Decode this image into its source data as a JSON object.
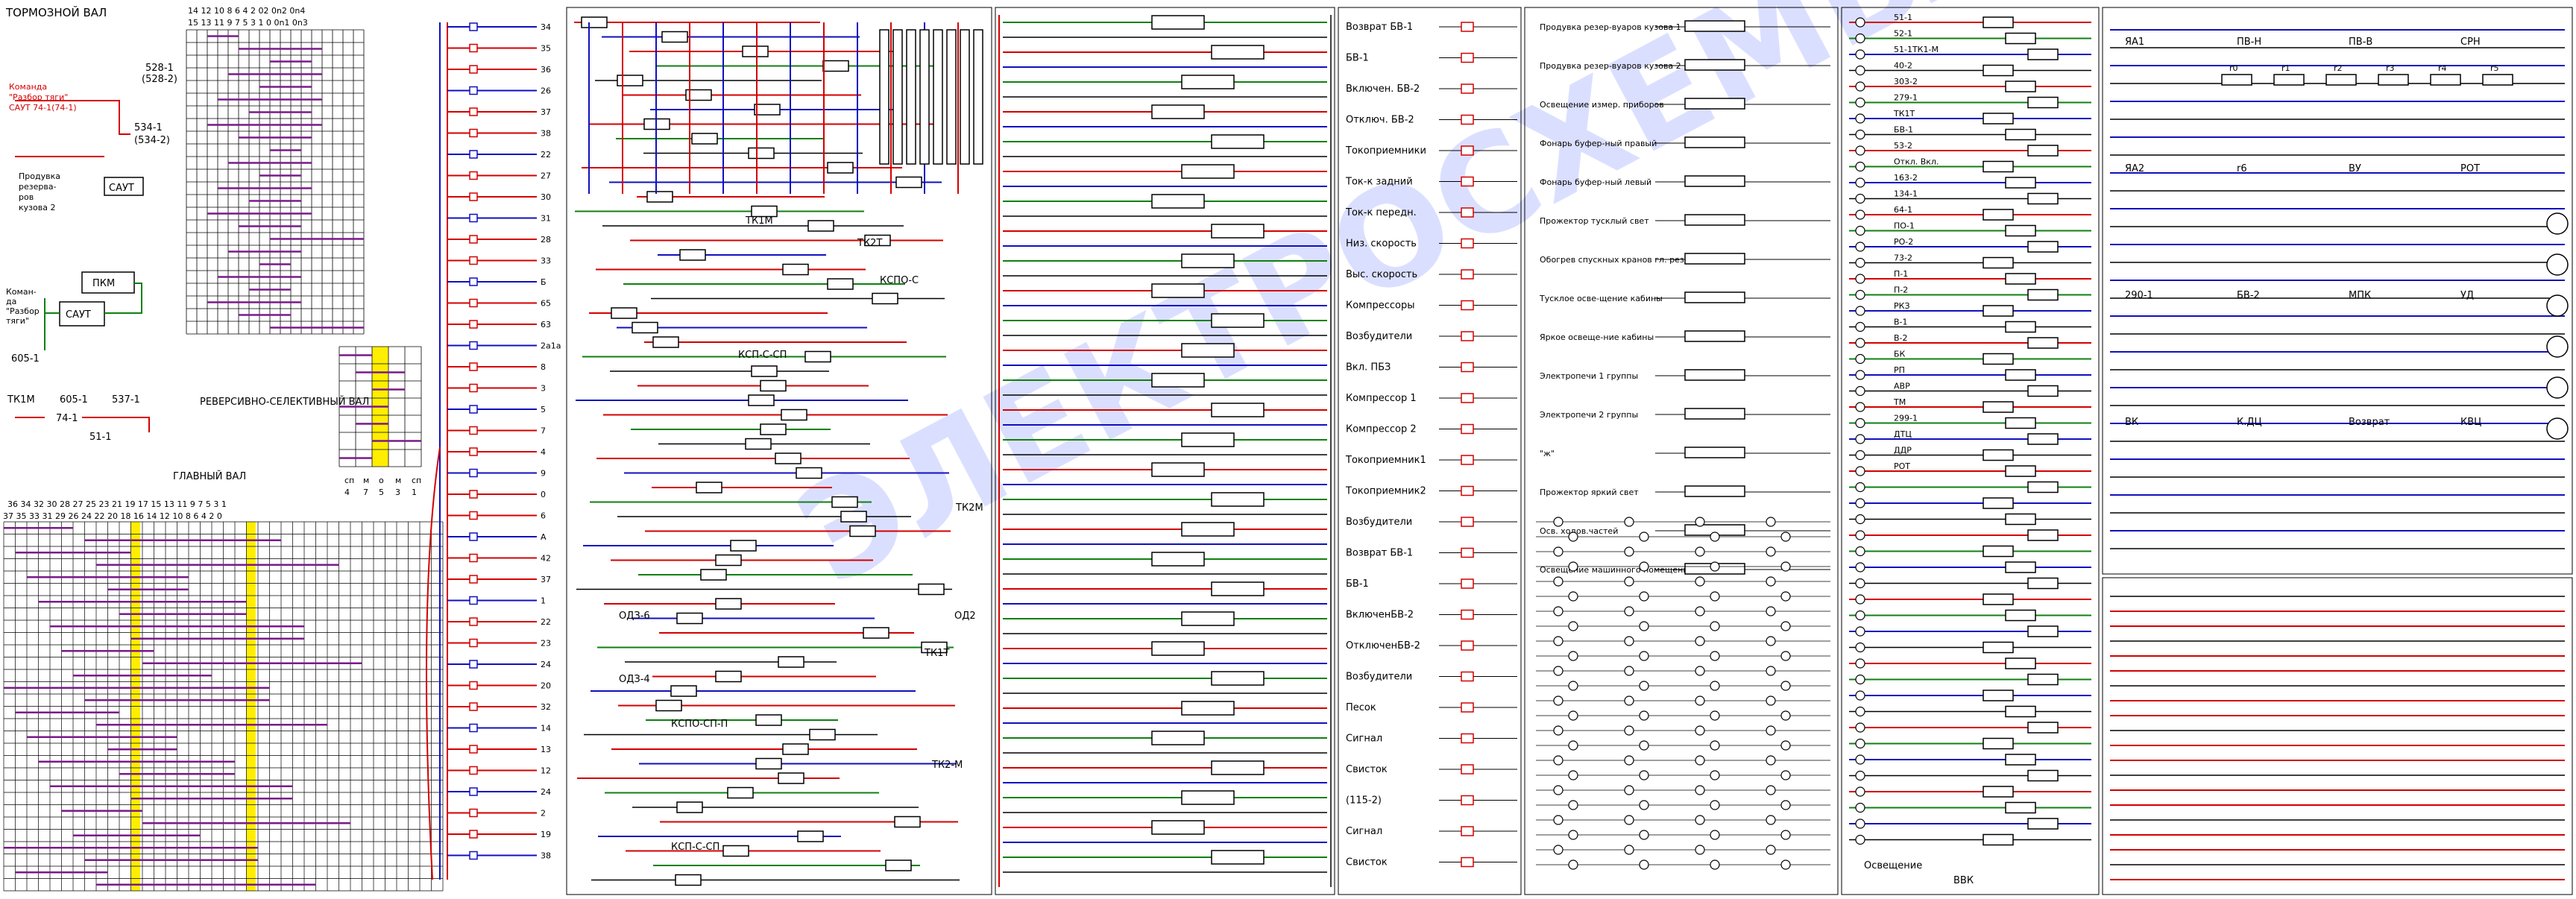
{
  "panels": {
    "brake_shaft": {
      "title": "ТОРМОЗНОЙ ВАЛ",
      "position_numbers": "15 13 11 9 7 5 3 1 0 0n1 0n3",
      "position_numbers_top": "14 12 10 8 6 4 2 02 0n2 0n4",
      "labels": [
        "528-1",
        "(528-2)",
        "534-1",
        "(534-2)",
        "605-1",
        "САУТ",
        "ПКМ"
      ],
      "command_text": [
        "Команда",
        "\"Разбор тяги\"",
        "САУТ 74-1(74-1)"
      ],
      "reservoir_text": [
        "Продувка",
        "резерва-",
        "ров",
        "кузова 2"
      ],
      "command2_text": [
        "Коман-",
        "да",
        "\"Разбор",
        "тяги\""
      ]
    },
    "reverse_shaft": {
      "title": "РЕВЕРСИВНО-СЕЛЕКТИВНЫЙ ВАЛ",
      "columns": [
        "сп",
        "м",
        "о",
        "м",
        "сп"
      ],
      "numbers": [
        "4",
        "7",
        "5",
        "3",
        "1"
      ]
    },
    "main_shaft": {
      "title": "ГЛАВНЫЙ ВАЛ",
      "top_numbers": "36 34 32 30 28 27 25 23 21 19 17 15 13 11 9 7 5 3 1",
      "bottom_numbers": "37 35 33 31 29 26 24 22 20 18 16 14 12 10 8 6 4 2 0",
      "labels": [
        "ТК1М",
        "605-1",
        "537-1",
        "74-1",
        "51-1"
      ]
    },
    "middle_left": {
      "labels": [
        "ТК1М",
        "ТК2Т",
        "КСПО-С",
        "КСП-С-СП",
        "ТК2М",
        "ОДЗ-6",
        "ОДЗ-4",
        "ОД2",
        "ТК1Т",
        "ТК2-М",
        "КСПО-СП-П",
        "КСП-С-СП"
      ]
    },
    "legend_left": {
      "items": [
        "Возврат БВ-1",
        "БВ-1",
        "Включен. БВ-2",
        "Отключ. БВ-2",
        "Токоприемники",
        "Ток-к задний",
        "Ток-к передн.",
        "Низ. скорость",
        "Выс. скорость",
        "Компрессоры",
        "Возбудители",
        "Вкл. ПБЗ",
        "Компрессор 1",
        "Компрессор 2",
        "Токоприемник1",
        "Токоприемник2",
        "Возбудители",
        "Возврат БВ-1",
        "БВ-1",
        "ВключенБВ-2",
        "ОтключенБВ-2",
        "Возбудители",
        "Песок",
        "Сигнал",
        "Свисток",
        "(115-2)",
        "Сигнал",
        "Свисток"
      ]
    },
    "legend_mid": {
      "items": [
        "Продувка резер-вуаров кузова 1",
        "Продувка резер-вуаров кузова 2",
        "Освещение измер. приборов",
        "Фонарь буфер-ный правый",
        "Фонарь буфер-ный левый",
        "Прожектор тусклый свет",
        "Обогрев спускных кранов гл. рез.",
        "Тусклое осве-щение кабины",
        "Яркое освеще-ние кабины",
        "Электропечи 1 группы",
        "Электропечи 2 группы",
        "\"ж\"",
        "Прожектор яркий свет",
        "Осв. ходов.частей",
        "Освещение машинного помещения"
      ]
    },
    "right_panel": {
      "labels": [
        "51-1",
        "52-1",
        "51-1ТК1-М",
        "40-2",
        "303-2",
        "279-1",
        "ТК1Т",
        "БВ-1",
        "53-2",
        "Откл. Вкл.",
        "163-2",
        "134-1",
        "64-1",
        "ПО-1",
        "РО-2",
        "73-2",
        "П-1",
        "П-2",
        "РКЗ",
        "В-1",
        "В-2",
        "БК",
        "РП",
        "АВР",
        "ТМ",
        "299-1",
        "ДТЦ",
        "ДДР",
        "РОТ"
      ],
      "bottom_labels": [
        "Освещение",
        "ВВК"
      ]
    },
    "far_right": {
      "labels": [
        "ЯА1",
        "ПВ-Н",
        "ПВ-В",
        "СРН",
        "ЯА2",
        "r6",
        "ВУ",
        "РОТ",
        "290-1",
        "БВ-2",
        "МПК",
        "УД",
        "ВК",
        "К.ДЦ",
        "Возврат",
        "КВЦ"
      ],
      "resistors": [
        "r0",
        "r1",
        "r2",
        "r3",
        "r4",
        "r5"
      ]
    }
  },
  "watermark": "ЭЛЕКТРОСХЕМЫ"
}
